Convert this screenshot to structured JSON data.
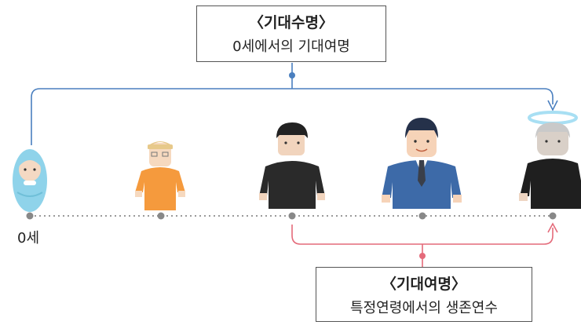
{
  "top_box": {
    "title": "〈기대수명〉",
    "subtitle": "0세에서의 기대여명"
  },
  "bottom_box": {
    "title": "〈기대여명〉",
    "subtitle": "특정연령에서의 생존연수"
  },
  "timeline": {
    "start_label": "0세"
  },
  "figures": [
    "baby-figure",
    "child-figure",
    "young-man-figure",
    "businessman-figure",
    "elderly-figure"
  ],
  "colors": {
    "top_bracket": "#4a7fbf",
    "bottom_bracket": "#e46a7a",
    "timeline": "#9a9a9a",
    "dot": "#888888"
  }
}
